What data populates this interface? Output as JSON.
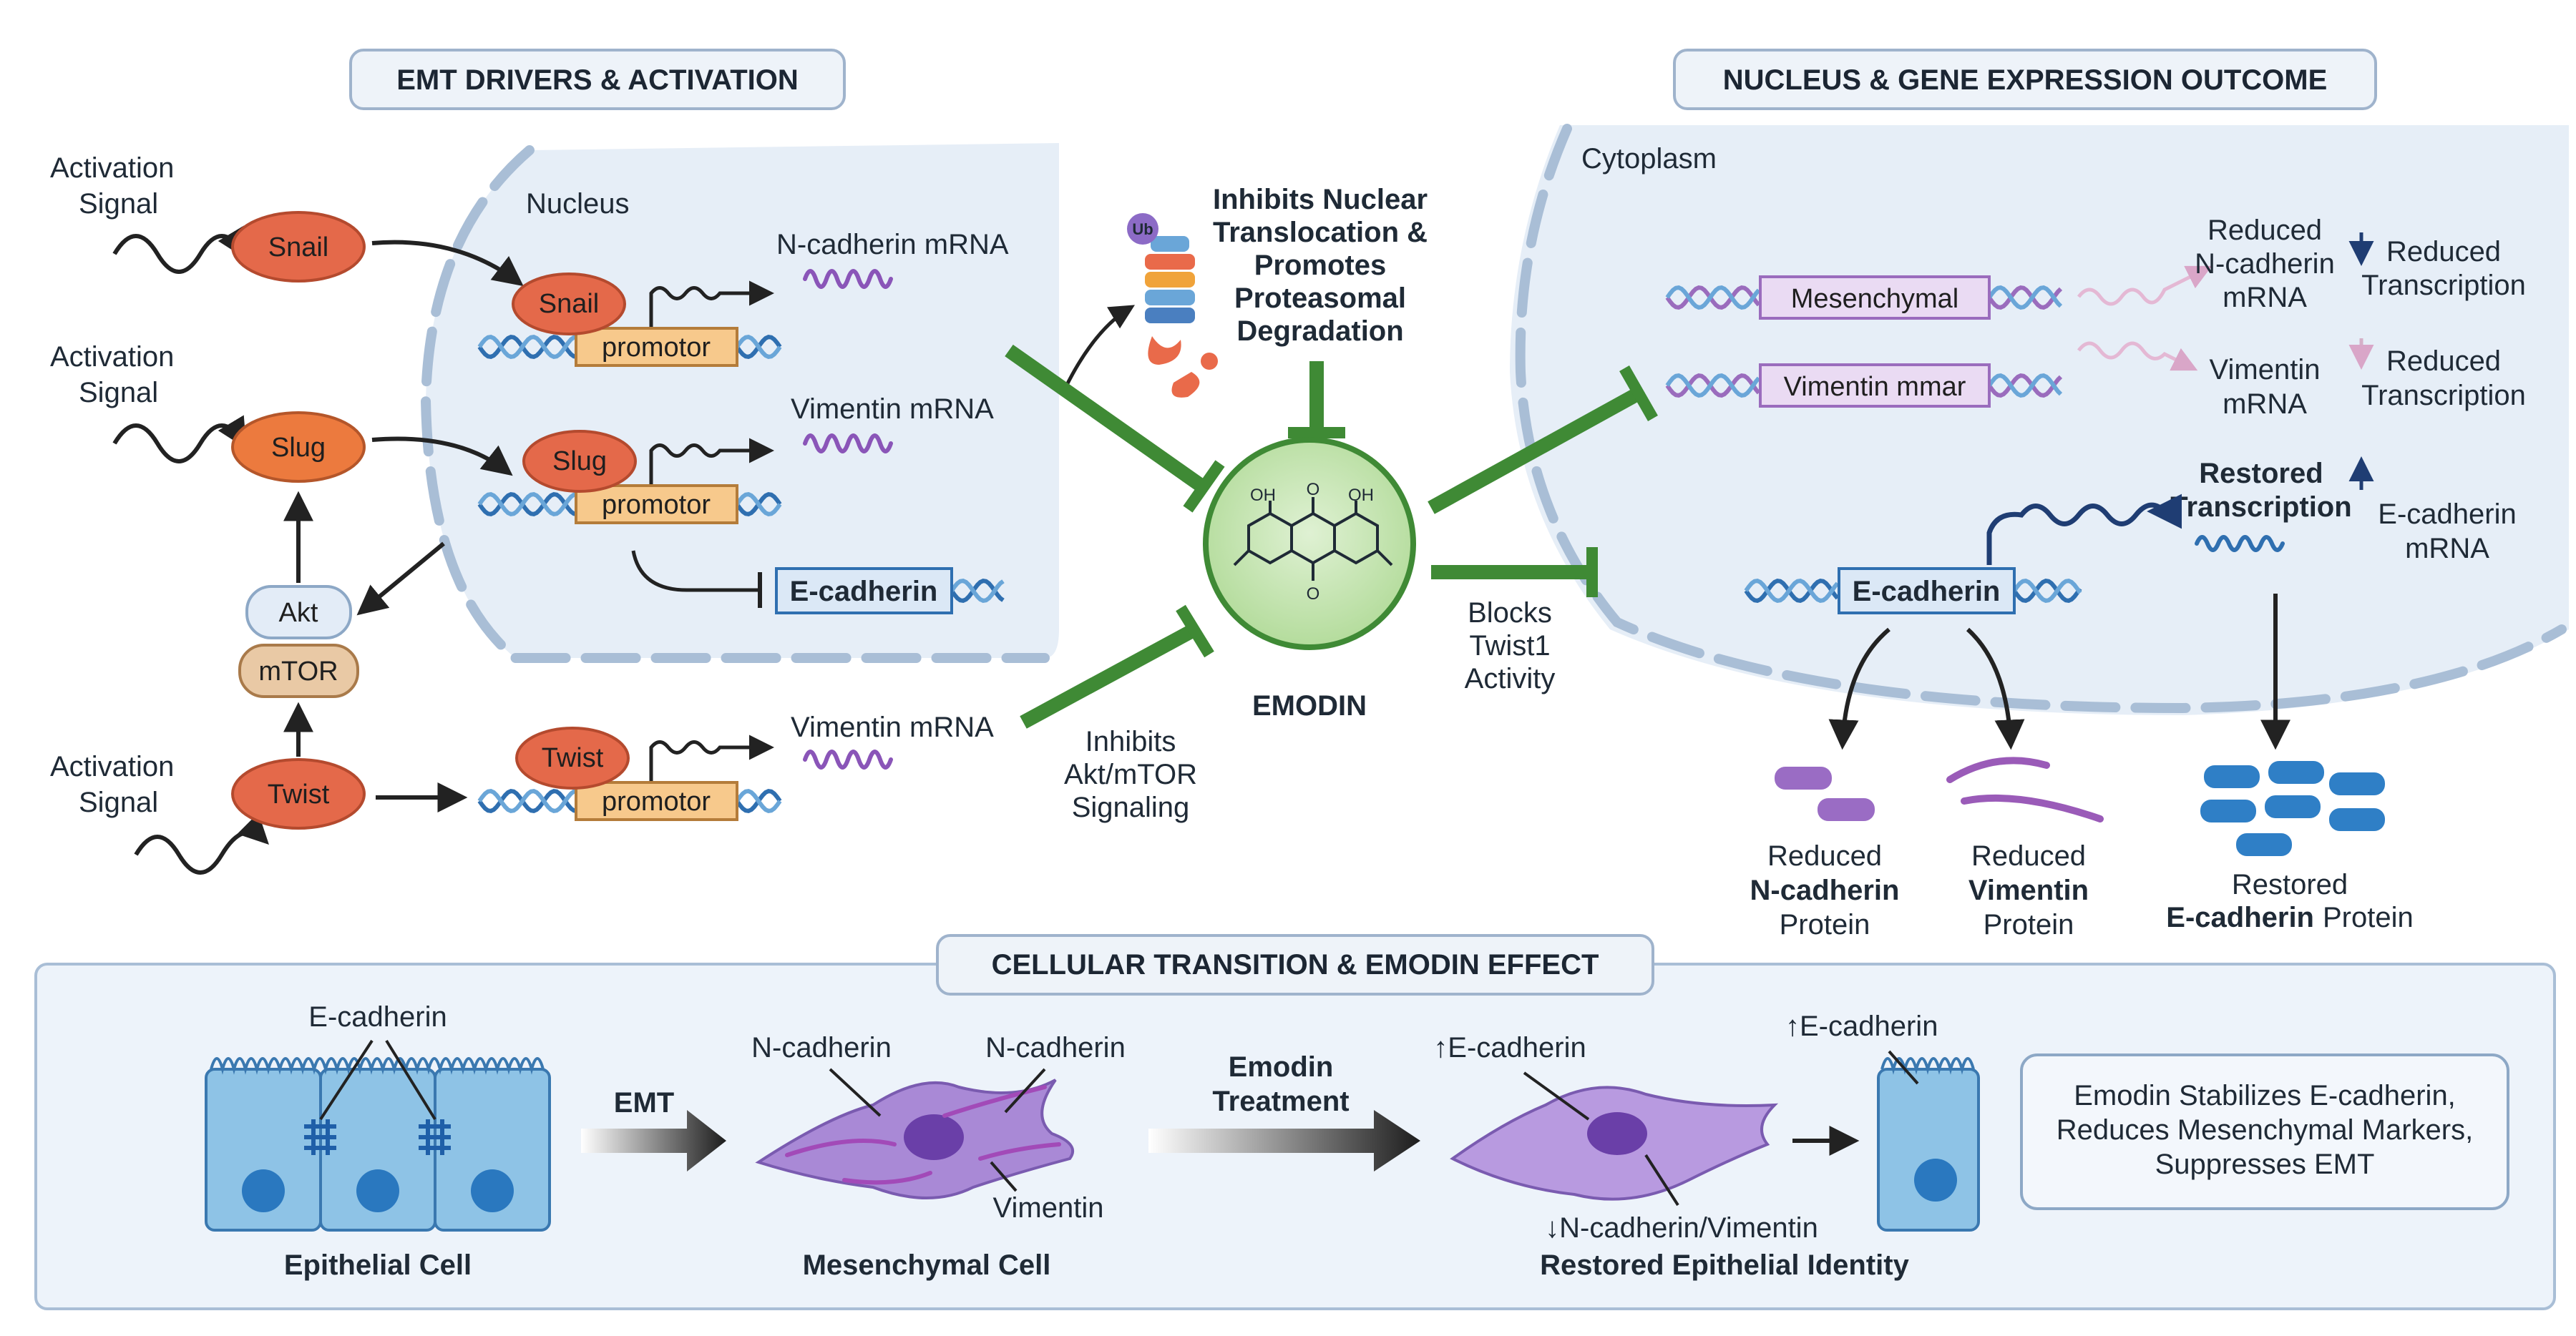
{
  "panels": {
    "emt_drivers": "EMT DRIVERS & ACTIVATION",
    "nucleus_outcome": "NUCLEUS & GENE EXPRESSION OUTCOME",
    "cellular_transition": "CELLULAR TRANSITION & EMODIN EFFECT"
  },
  "left": {
    "activation_signal_1": "Activation",
    "activation_signal_2": "Signal",
    "nucleus": "Nucleus",
    "snail": "Snail",
    "slug": "Slug",
    "twist": "Twist",
    "akt": "Akt",
    "mtor": "mTOR",
    "promotor": "promotor",
    "n_cadherin_mrna": "N-cadherin mRNA",
    "vimentin_mrna": "Vimentin mRNA",
    "e_cadherin": "E-cadherin"
  },
  "center": {
    "ub": "Ub",
    "inhibits_nuclear": [
      "Inhibits Nuclear",
      "Translocation &",
      "Promotes",
      "Proteasomal",
      "Degradation"
    ],
    "emodin": "EMODIN",
    "oh": "OH",
    "o": "O",
    "inhibits_akt": [
      "Inhibits",
      "Akt/mTOR",
      "Signaling"
    ],
    "blocks_twist": [
      "Blocks",
      "Twist1",
      "Activity"
    ]
  },
  "right": {
    "cytoplasm": "Cytoplasm",
    "mesenchymal": "Mesenchymal",
    "vimentin_mmar": "Vimentin mmar",
    "reduced_ncad_mrna": [
      "Reduced",
      "N-cadherin",
      "mRNA"
    ],
    "reduced_transcription": [
      "Reduced",
      "Transcription"
    ],
    "vimentin_mrna": [
      "Vimentin",
      "mRNA"
    ],
    "restored_transcription": [
      "Restored",
      "Transcription"
    ],
    "e_cadherin_mrna": [
      "E-cadherin",
      "mRNA"
    ],
    "e_cadherin": "E-cadherin",
    "reduced_ncad_protein": [
      "Reduced",
      "N-cadherin",
      "Protein"
    ],
    "reduced_vim_protein": [
      "Reduced",
      "Vimentin",
      "Protein"
    ],
    "restored_ecad_protein": [
      "Restored",
      "E-cadherin",
      "Protein"
    ]
  },
  "bottom": {
    "e_cadherin": "E-cadherin",
    "emt": "EMT",
    "n_cadherin": "N-cadherin",
    "vimentin": "Vimentin",
    "emodin_treatment": [
      "Emodin",
      "Treatment"
    ],
    "up_e_cadherin": "↑E-cadherin",
    "down_ncad_vim": "↓N-cadherin/Vimentin",
    "epithelial_cell": "Epithelial Cell",
    "mesenchymal_cell": "Mesenchymal Cell",
    "restored_identity": "Restored Epithelial Identity",
    "summary": [
      "Emodin Stabilizes E-cadherin,",
      "Reduces Mesenchymal Markers,",
      "Suppresses EMT"
    ]
  },
  "colors": {
    "tf_fill": "#e4694a",
    "inhibitor": "#3f8a35",
    "nucleus_fill": "#e6eef7",
    "promotor_fill": "#f7c98c",
    "mrna_purple": "#8a55b8",
    "dna_blue": "#2f6fb0",
    "emodin_fill": "#c6e6b4"
  }
}
